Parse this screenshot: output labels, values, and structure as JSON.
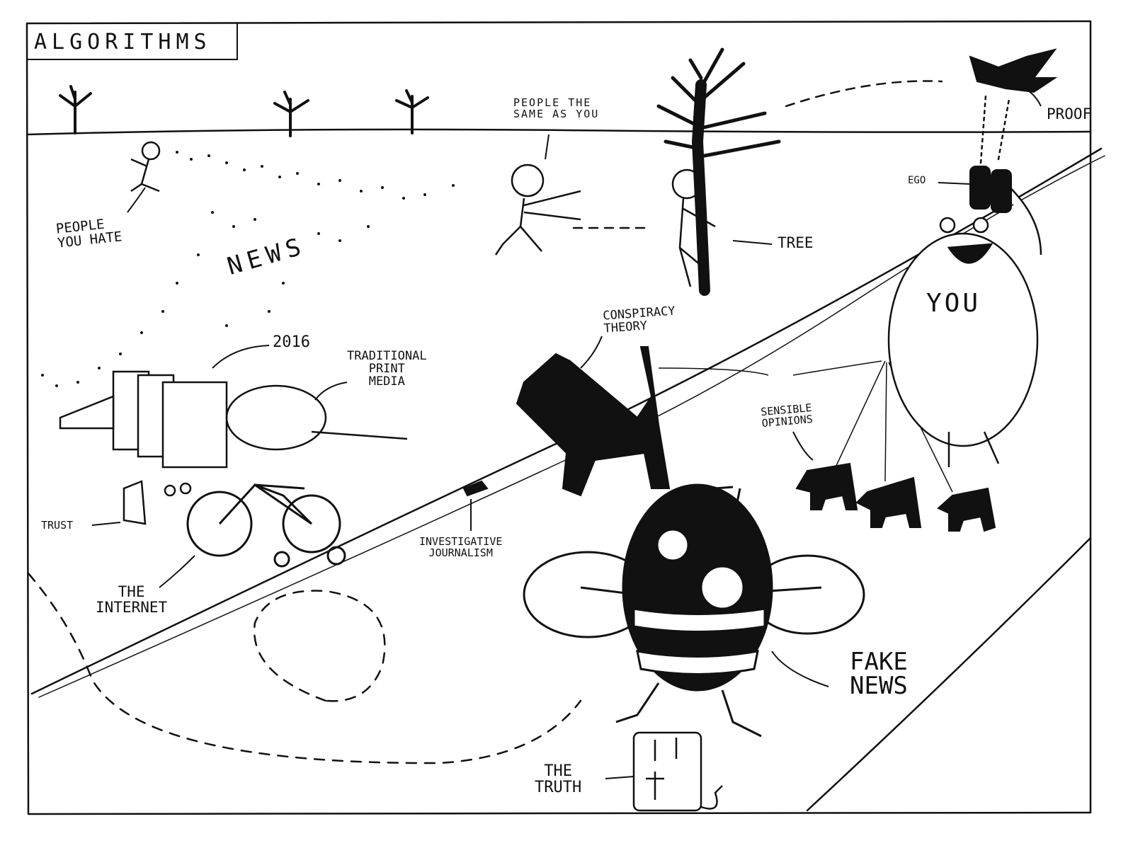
{
  "title": "ALGORITHMS",
  "labels": {
    "people_you_hate": "PEOPLE\nYOU HATE",
    "news": "NEWS",
    "people_same": "PEOPLE THE\nSAME AS YOU",
    "tree": "TREE",
    "proof": "PROOF",
    "ego": "EGO",
    "you": "YOU",
    "year": "2016",
    "print_media": "TRADITIONAL\nPRINT\nMEDIA",
    "conspiracy": "CONSPIRACY\nTHEORY",
    "sensible": "SENSIBLE\nOPINIONS",
    "trust": "TRUST",
    "internet": "THE\nINTERNET",
    "journalism": "INVESTIGATIVE\nJOURNALISM",
    "fake_news": "FAKE\nNEWS",
    "truth": "THE\nTRUTH"
  },
  "colors": {
    "ink": "#111111",
    "paper": "#ffffff"
  }
}
